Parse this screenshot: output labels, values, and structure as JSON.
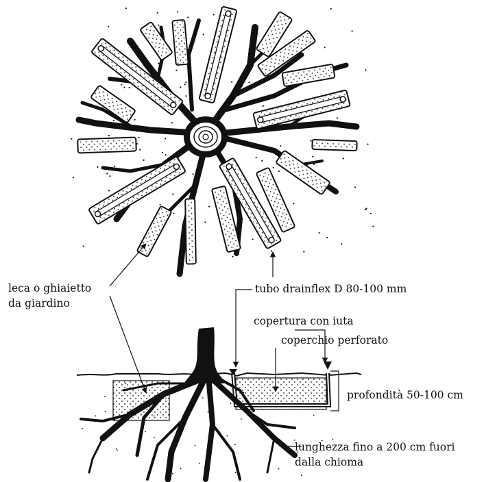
{
  "colors": {
    "ink": "#111111",
    "paper": "#ffffff"
  },
  "labels": {
    "leca": [
      "leca o ghiaietto",
      "da giardino"
    ],
    "tubo": "tubo drainflex D 80-100 mm",
    "copertura": "copertura con iuta",
    "coperchio": "coperchio perforato",
    "profondita": "profondità 50-100 cm",
    "lunghezza": [
      "lunghezza fino a 200 cm fuori",
      "dalla chioma"
    ]
  }
}
